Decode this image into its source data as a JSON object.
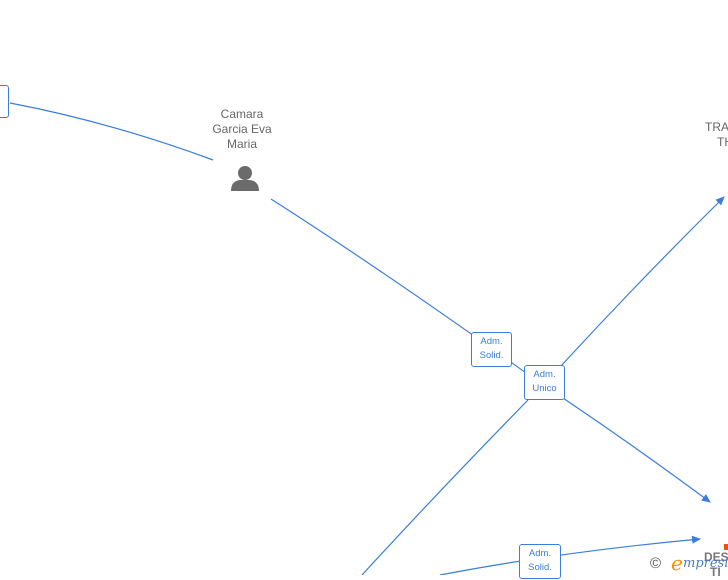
{
  "nodes": {
    "person": {
      "label_lines": [
        "Camara",
        "Garcia Eva",
        "Maria"
      ],
      "icon": "person-icon"
    },
    "top_right_partial": {
      "label_lines": [
        "TRA",
        "TH"
      ]
    },
    "bottom_right_partial": {
      "label_lines": [
        "DES",
        "TI"
      ]
    }
  },
  "edges": {
    "adm_solid_1": {
      "line1": "Adm.",
      "line2": "Solid."
    },
    "adm_unico": {
      "line1": "Adm.",
      "line2": "Unico"
    },
    "adm_solid_2": {
      "line1": "Adm.",
      "line2": "Solid."
    }
  },
  "watermark": {
    "copyright": "©",
    "brand_initial": "e",
    "brand_rest": "mpresia"
  },
  "colors": {
    "edge": "#3b7dd8",
    "label_text": "#666666",
    "icon": "#6b6b6b",
    "brand_orange": "#f39200"
  }
}
